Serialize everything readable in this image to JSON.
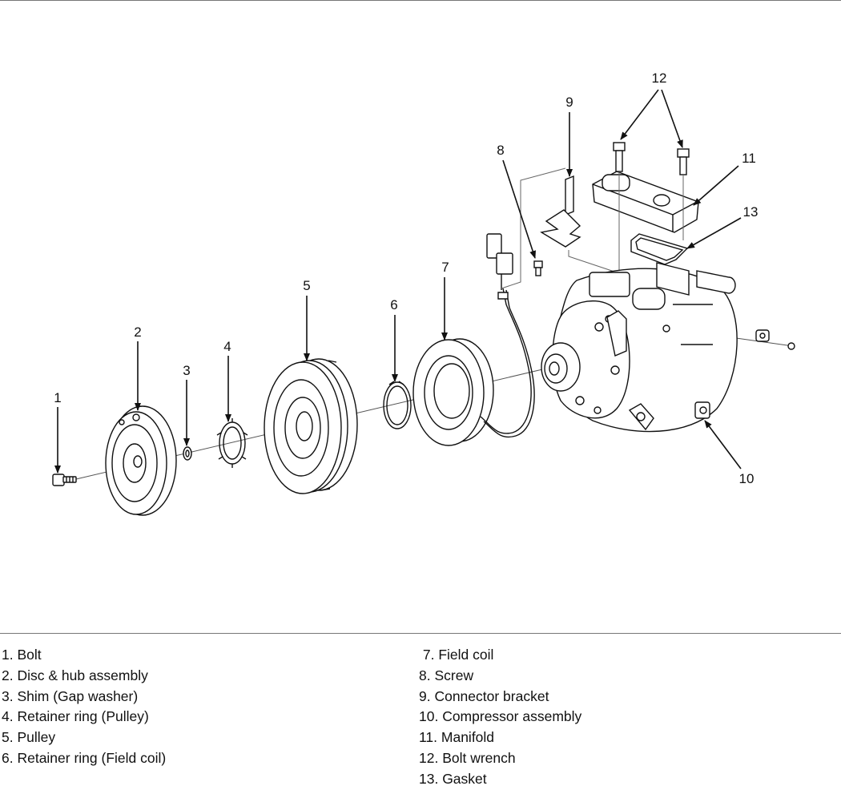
{
  "callouts": {
    "c1": "1",
    "c2": "2",
    "c3": "3",
    "c4": "4",
    "c5": "5",
    "c6": "6",
    "c7": "7",
    "c8": "8",
    "c9": "9",
    "c10": "10",
    "c11": "11",
    "c12": "12",
    "c13": "13"
  },
  "legend": {
    "left": [
      "1. Bolt",
      "2. Disc & hub assembly",
      "3. Shim (Gap washer)",
      "4. Retainer ring (Pulley)",
      "5. Pulley",
      "6. Retainer ring (Field coil)"
    ],
    "right": [
      " 7. Field coil",
      "8. Screw",
      "9. Connector bracket",
      "10. Compressor assembly",
      "11. Manifold",
      "12. Bolt wrench",
      "13. Gasket"
    ]
  }
}
